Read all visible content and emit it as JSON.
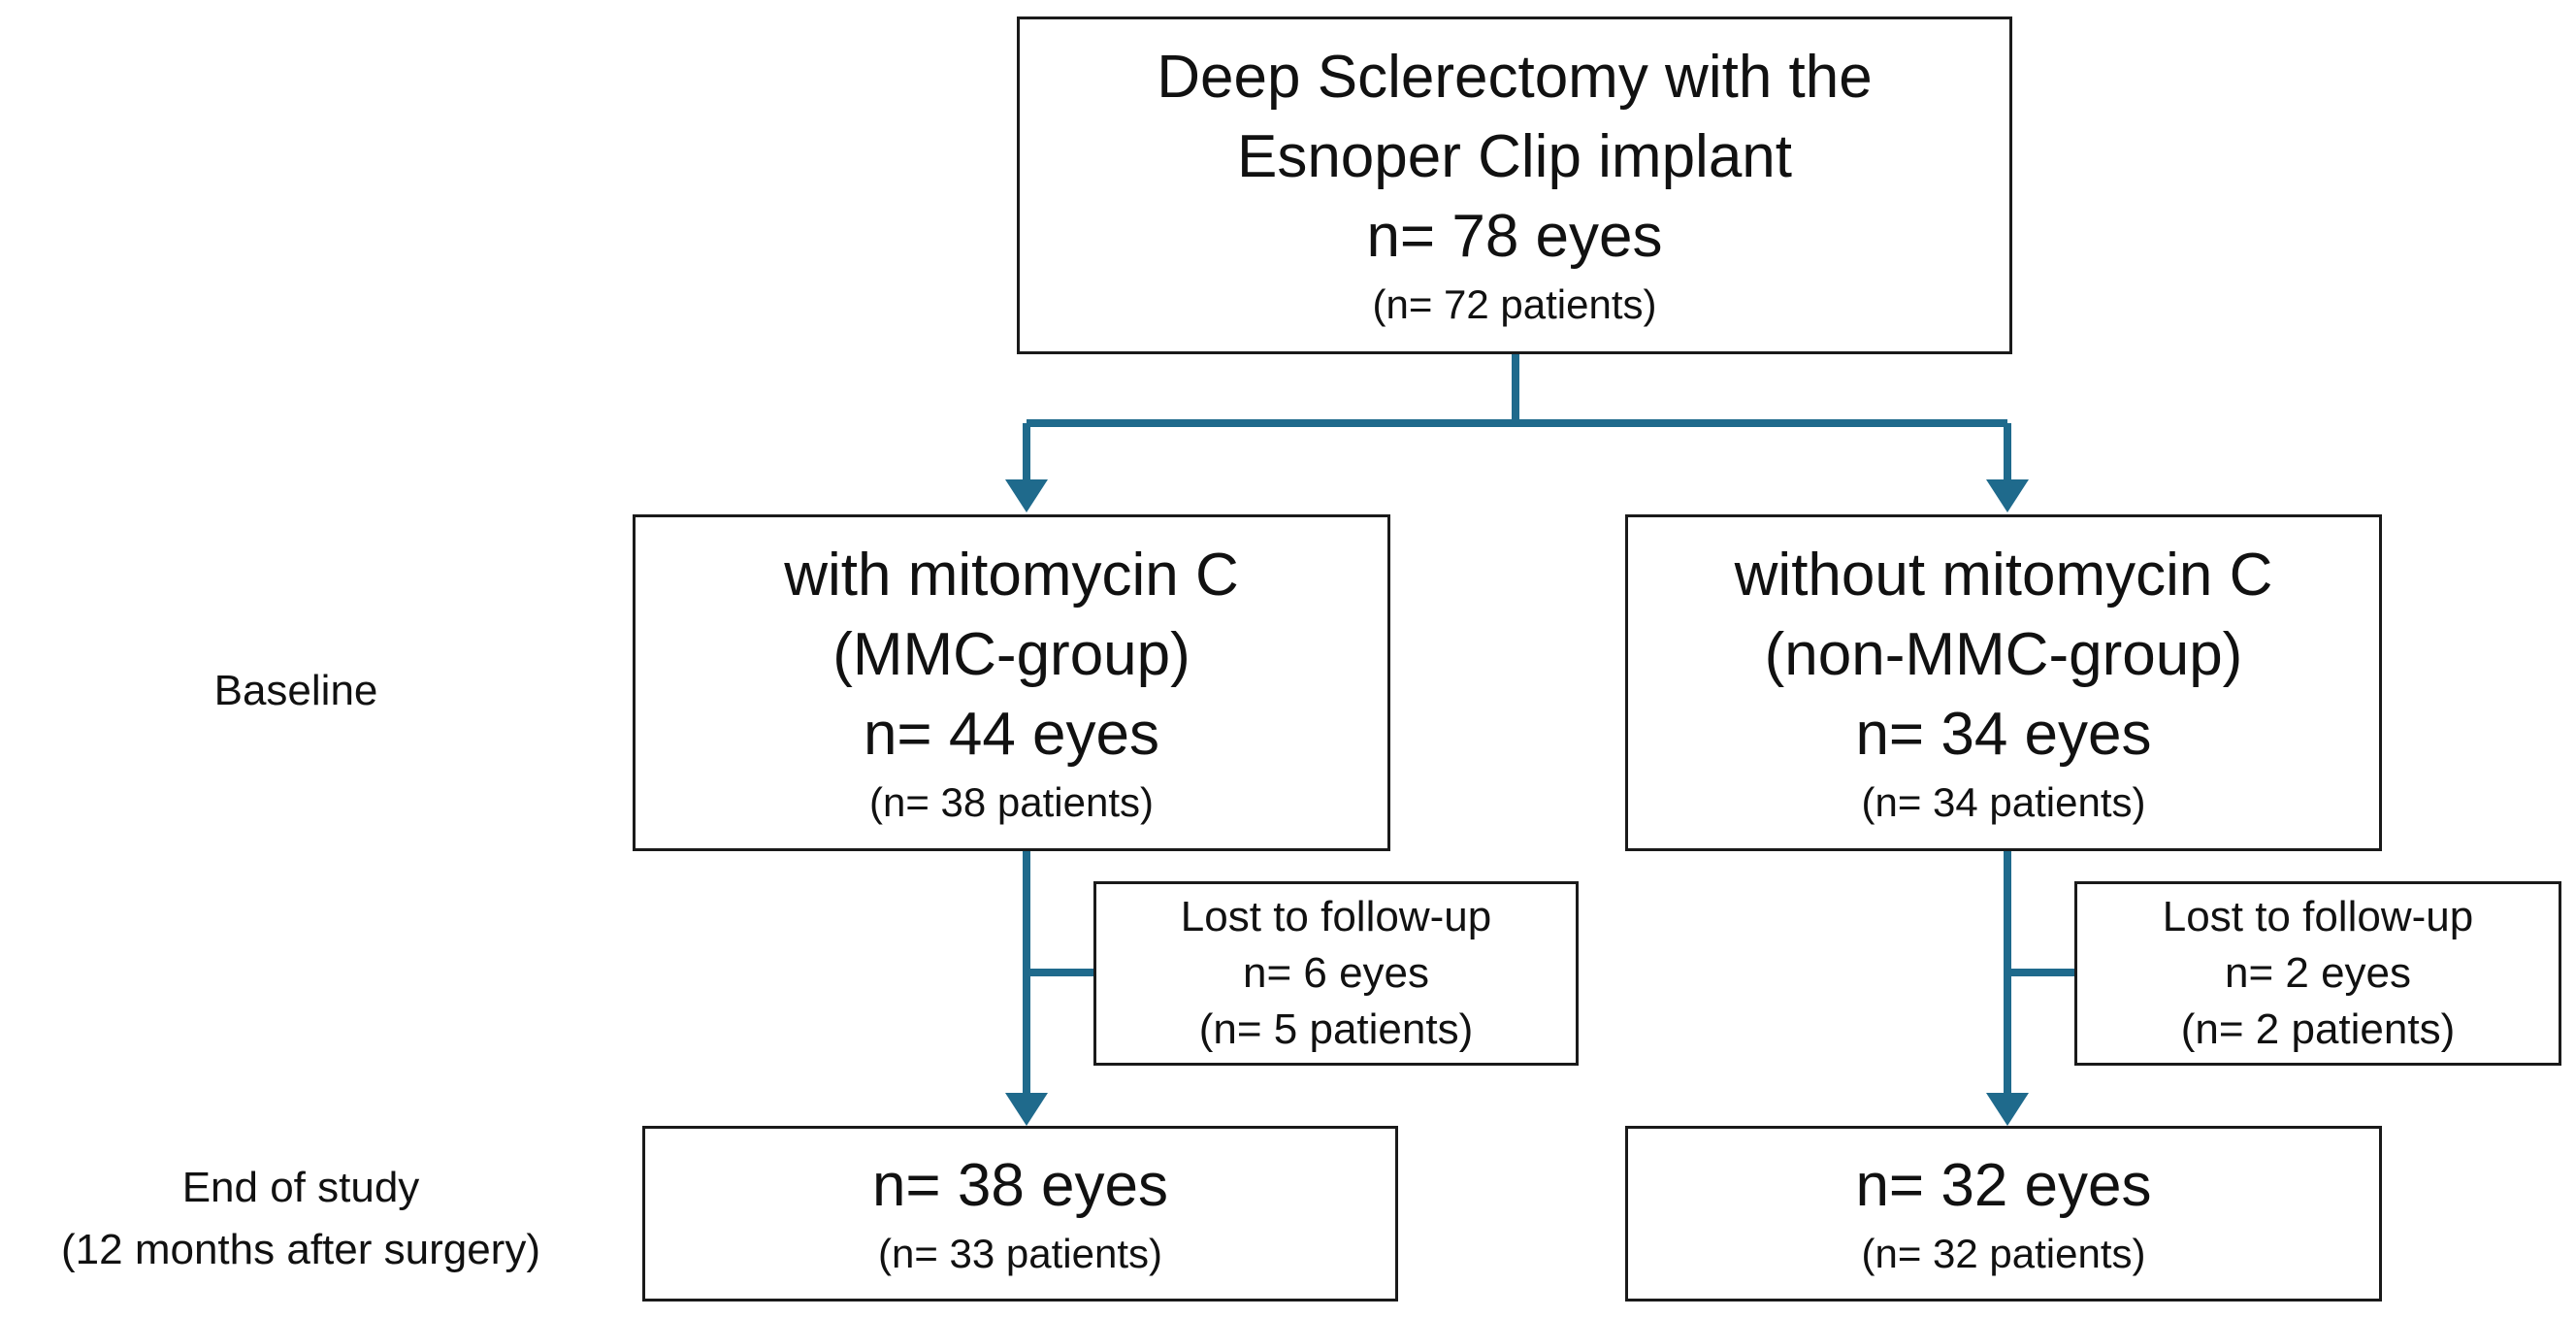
{
  "top": {
    "line1": "Deep Sclerectomy with the",
    "line2": "Esnoper Clip implant",
    "eyes": "n= 78 eyes",
    "patients": "(n= 72 patients)"
  },
  "mmc": {
    "line1": "with mitomycin C",
    "line2": "(MMC-group)",
    "eyes": "n= 44 eyes",
    "patients": "(n= 38 patients)"
  },
  "non_mmc": {
    "line1": "without mitomycin C",
    "line2": "(non-MMC-group)",
    "eyes": "n= 34 eyes",
    "patients": "(n= 34 patients)"
  },
  "mmc_lost": {
    "title": "Lost to follow-up",
    "eyes": "n= 6 eyes",
    "patients": "(n= 5 patients)"
  },
  "non_mmc_lost": {
    "title": "Lost to follow-up",
    "eyes": "n= 2 eyes",
    "patients": "(n= 2 patients)"
  },
  "mmc_end": {
    "eyes": "n= 38 eyes",
    "patients": "(n= 33 patients)"
  },
  "non_mmc_end": {
    "eyes": "n= 32 eyes",
    "patients": "(n= 32 patients)"
  },
  "labels": {
    "baseline": "Baseline",
    "end_line1": "End of study",
    "end_line2": "(12 months after surgery)"
  },
  "colors": {
    "connector": "#1f6a8c",
    "border": "#1a1a1a"
  }
}
